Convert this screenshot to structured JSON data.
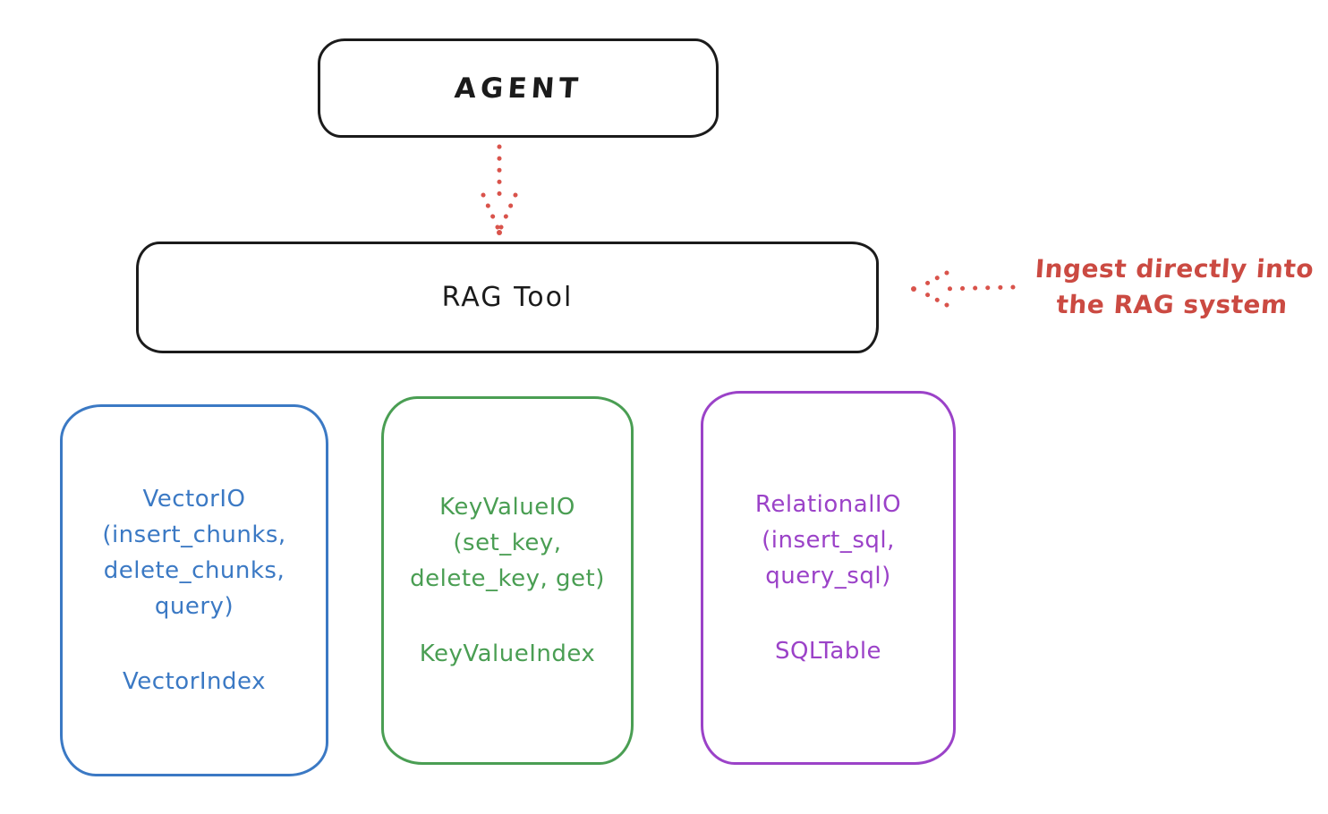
{
  "diagram": {
    "kind": "hand-drawn architecture diagram",
    "agent_box": {
      "label": "AGENT"
    },
    "rag_tool_box": {
      "label": "RAG Tool"
    },
    "annotation": {
      "line1": "Ingest directly into",
      "line2": "the RAG system",
      "color": "#cb4a42"
    },
    "arrows": {
      "agent_to_rag": "dotted red arrow pointing down from AGENT to RAG Tool",
      "annotation_to_rag": "dotted red arrow pointing left from annotation to RAG Tool"
    },
    "cards": {
      "vector": {
        "color": "#3b79c4",
        "lines": [
          "VectorIO",
          "(insert_chunks,",
          "delete_chunks,",
          "query)"
        ],
        "index_label": "VectorIndex"
      },
      "keyvalue": {
        "color": "#4a9e53",
        "lines": [
          "KeyValueIO",
          "(set_key,",
          "delete_key, get)"
        ],
        "index_label": "KeyValueIndex"
      },
      "relational": {
        "color": "#9b42c8",
        "lines": [
          "RelationalIO",
          "(insert_sql,",
          "query_sql)"
        ],
        "index_label": "SQLTable"
      }
    }
  }
}
